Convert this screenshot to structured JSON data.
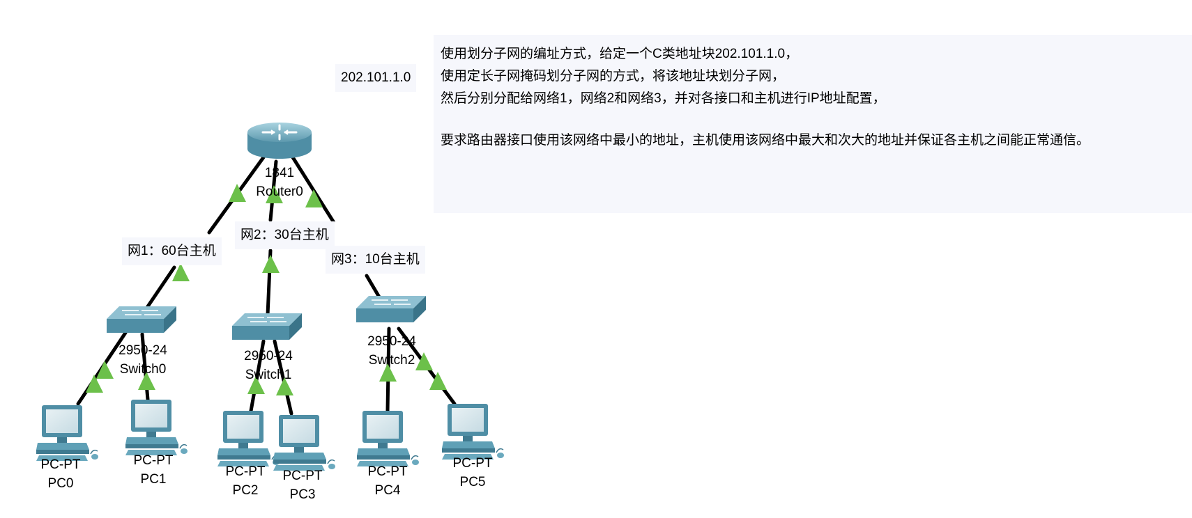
{
  "address_label": "202.101.1.0",
  "instructions": {
    "line1": "使用划分子网的编址方式，给定一个C类地址块202.101.1.0，",
    "line2": "使用定长子网掩码划分子网的方式，将该地址块划分子网，",
    "line3": "然后分别分配给网络1，网络2和网络3，并对各接口和主机进行IP地址配置，",
    "line4": "要求路由器接口使用该网络中最小的地址，主机使用该网络中最大和次大的地址并保证各主机之间能正常通信。"
  },
  "router": {
    "model": "1841",
    "name": "Router0"
  },
  "networks": [
    {
      "label": "网1：60台主机"
    },
    {
      "label": "网2：30台主机"
    },
    {
      "label": "网3：10台主机"
    }
  ],
  "switches": [
    {
      "model": "2950-24",
      "name": "Switch0"
    },
    {
      "model": "2950-24",
      "name": "Switch1"
    },
    {
      "model": "2950-24",
      "name": "Switch2"
    }
  ],
  "pcs": [
    {
      "model": "PC-PT",
      "name": "PC0"
    },
    {
      "model": "PC-PT",
      "name": "PC1"
    },
    {
      "model": "PC-PT",
      "name": "PC2"
    },
    {
      "model": "PC-PT",
      "name": "PC3"
    },
    {
      "model": "PC-PT",
      "name": "PC4"
    },
    {
      "model": "PC-PT",
      "name": "PC5"
    }
  ],
  "colors": {
    "link": "#000000",
    "link_up": "#6cc04a",
    "device": "#4f8ea5",
    "label_bg": "#f6f7fc"
  }
}
